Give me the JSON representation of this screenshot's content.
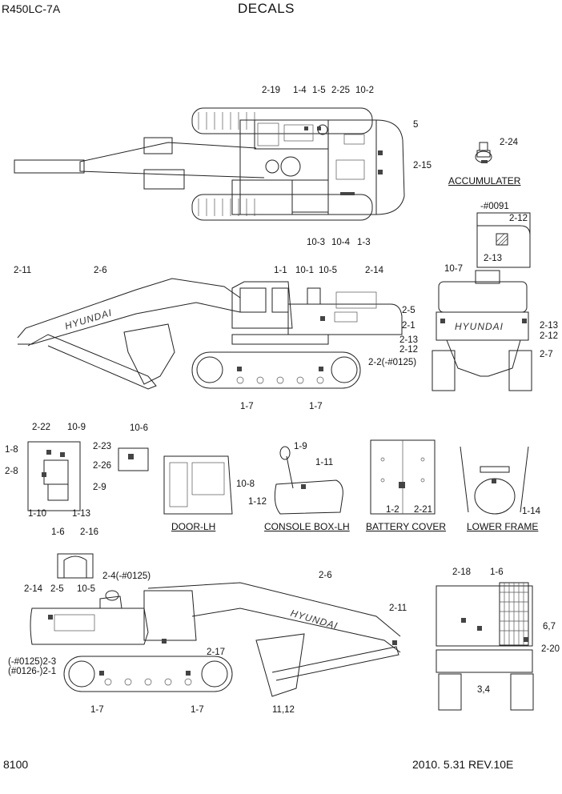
{
  "header": {
    "model": "R450LC-7A",
    "title": "DECALS"
  },
  "footer": {
    "page_number": "8100",
    "revision": "2010. 5.31  REV.10E"
  },
  "brand": {
    "logo_text": "HYUNDAI"
  },
  "captions": {
    "accumulater": "ACCUMULATER",
    "door_lh": "DOOR-LH",
    "console_box_lh": "CONSOLE BOX-LH",
    "battery_cover": "BATTERY COVER",
    "lower_frame": "LOWER FRAME"
  },
  "callouts": {
    "top_view": [
      "2-19",
      "1-4",
      "1-5",
      "2-25",
      "10-2",
      "5",
      "2-15",
      "10-3",
      "10-4",
      "1-3"
    ],
    "accumulator": [
      "2-24"
    ],
    "serial_inset": [
      "-#0091",
      "2-12",
      "2-13"
    ],
    "left_side": [
      "2-11",
      "2-6",
      "1-1",
      "10-1",
      "10-5",
      "2-14",
      "2-5",
      "2-1",
      "2-13",
      "2-12",
      "2-2(-#0125)",
      "1-7",
      "1-7"
    ],
    "rear_view": [
      "10-7",
      "2-13",
      "2-12",
      "2-7"
    ],
    "cab_inside": [
      "2-22",
      "10-9",
      "1-8",
      "2-23",
      "2-8",
      "2-26",
      "2-9",
      "1-10",
      "1-13"
    ],
    "door": [
      "10-6",
      "10-8"
    ],
    "console": [
      "1-9",
      "1-11",
      "1-12"
    ],
    "battery": [
      "1-2",
      "2-21"
    ],
    "lower_frame": [
      "1-14"
    ],
    "right_side": [
      "1-6",
      "2-16",
      "2-4(-#0125)",
      "2-6",
      "2-14",
      "2-5",
      "10-5",
      "2-11",
      "2-17",
      "(-#0125)2-3",
      "(#0126-)2-1",
      "1-7",
      "1-7",
      "11,12"
    ],
    "front_view": [
      "2-18",
      "1-6",
      "6,7",
      "2-20",
      "3,4"
    ]
  }
}
